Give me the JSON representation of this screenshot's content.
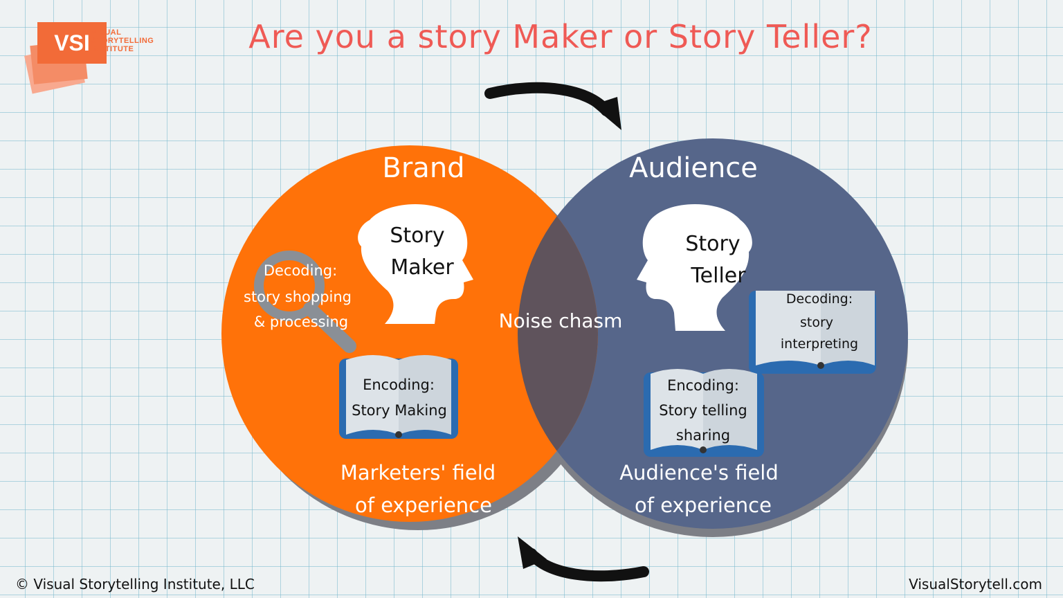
{
  "logo": {
    "abbr": "VSI",
    "line1": "VISUAL",
    "line2": "STORYTELLING",
    "line3": "INSTITUTE"
  },
  "title": "Are you a story Maker or Story Teller?",
  "left_circle": {
    "heading": "Brand",
    "head_line1": "Story",
    "head_line2": "Maker",
    "decoding_line1": "Decoding:",
    "decoding_line2": "story shopping",
    "decoding_line3": "& processing",
    "encoding_line1": "Encoding:",
    "encoding_line2": "Story Making",
    "field_line1": "Marketers' field",
    "field_line2": "of experience",
    "color": "#ff7209"
  },
  "right_circle": {
    "heading": "Audience",
    "head_line1": "Story",
    "head_line2": "Teller",
    "decoding_line1": "Decoding:",
    "decoding_line2": "story",
    "decoding_line3": "interpreting",
    "encoding_line1": "Encoding:",
    "encoding_line2": "Story telling",
    "encoding_line3": "sharing",
    "field_line1": "Audience's field",
    "field_line2": "of experience",
    "color": "#56668a"
  },
  "overlap": {
    "label": "Noise chasm",
    "color": "#5f535c"
  },
  "icons": [
    "logo-icon",
    "arrow-right-icon",
    "arrow-left-icon",
    "head-silhouette-icon",
    "magnifier-icon",
    "open-book-icon"
  ],
  "footer": {
    "copyright": "© Visual Storytelling Institute, LLC",
    "website": "VisualStorytell.com"
  }
}
